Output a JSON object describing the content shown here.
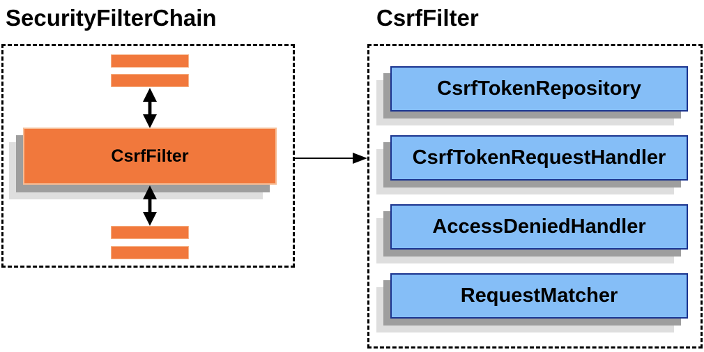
{
  "diagram": {
    "left": {
      "title": "SecurityFilterChain",
      "filter_label": "CsrfFilter"
    },
    "right": {
      "title": "CsrfFilter",
      "components": [
        "CsrfTokenRepository",
        "CsrfTokenRequestHandler",
        "AccessDeniedHandler",
        "RequestMatcher"
      ]
    },
    "icons": {
      "vertical_double_arrow": "double-arrow-icon",
      "flow_arrow": "arrow-right-icon"
    },
    "colors": {
      "box_orange": "#f1783c",
      "box_orange_border": "#f6bd96",
      "component_blue_fill": "#85bef7",
      "component_blue_border": "#1b348f",
      "shadow_dark": "#9e9e9e",
      "shadow_light": "#dedede",
      "dashed_border": "#000000",
      "text": "#000000",
      "background": "#ffffff"
    }
  }
}
